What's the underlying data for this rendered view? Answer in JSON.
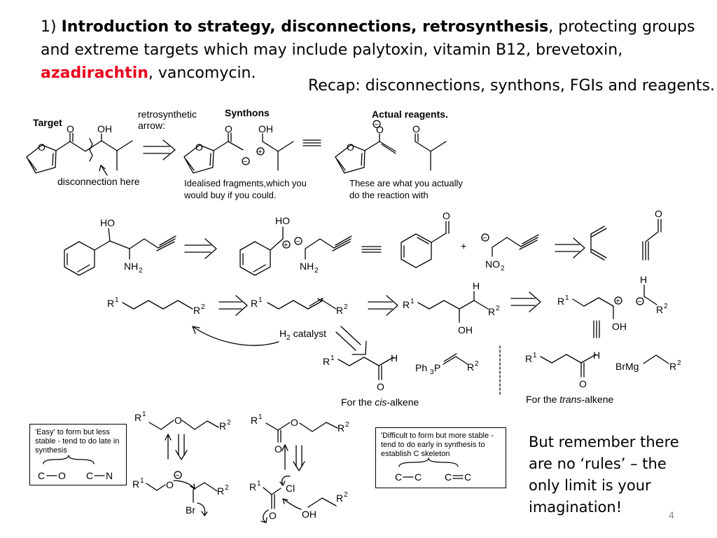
{
  "heading": {
    "num": "1)",
    "bold": "Introduction to strategy, disconnections, retrosynthesis",
    "rest1": ", protecting groups and extreme targets which may include palytoxin, vitamin B12, brevetoxin, ",
    "red": "azadirachtin",
    "rest2": ", vancomycin."
  },
  "recap": "Recap: disconnections, synthons, FGIs and reagents.",
  "row1": {
    "target_label": "Target",
    "arrow_label_1": "retrosynthetic",
    "arrow_label_2": "arrow:",
    "synthons_label": "Synthons",
    "reagents_label": "Actual reagents.",
    "disconnection_label": "disconnection here",
    "idealised_1": "Idealised fragments,which you",
    "idealised_2": "would buy if you could.",
    "actual_1": "These are what you actually",
    "actual_2": "do the reaction with"
  },
  "atoms": {
    "O": "O",
    "OH": "OH",
    "HO": "HO",
    "NH": "NH",
    "NO": "NO",
    "sub2": "2",
    "plus": "+",
    "minus": "−",
    "R": "R",
    "sup1": "1",
    "sup2": "2",
    "H": "H",
    "Br": "Br",
    "Cl": "Cl",
    "BrMg": "BrMg",
    "Ph": "Ph",
    "sub3": "3",
    "P": "P",
    "C": "C",
    "N": "N"
  },
  "row3": {
    "h2_H": "H",
    "h2_sub": "2",
    "h2_rest": " catalyst",
    "cis_pre": "For the ",
    "cis_it": "cis",
    "cis_post": "-alkene",
    "trans_pre": "For the ",
    "trans_it": "trans",
    "trans_post": "-alkene"
  },
  "row4": {
    "easy_note": "'Easy' to form but less stable - tend to do late in synthesis",
    "difficult_note": "'Difficult to form but more stable - tend to do early in synthesis to establish C skeleton"
  },
  "closing": "But remember there are no ‘rules’ – the only limit is your imagination!",
  "page_number": "4"
}
